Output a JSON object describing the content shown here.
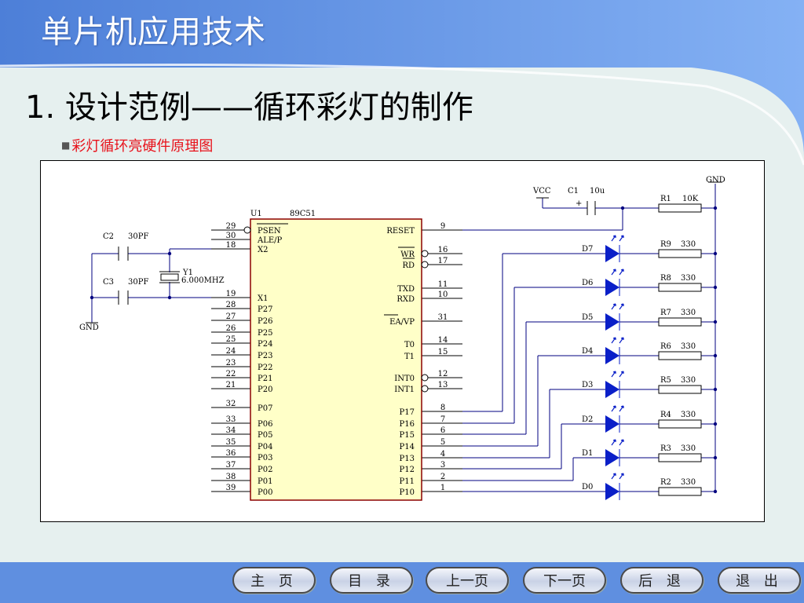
{
  "app": {
    "title": "单片机应用技术"
  },
  "slide": {
    "heading": "1. 设计范例——循环彩灯的制作",
    "subheading": "彩灯循环亮硬件原理图"
  },
  "schematic": {
    "chip": {
      "ref": "U1",
      "part": "89C51"
    },
    "left_pins": [
      {
        "num": "29",
        "name": "PSEN"
      },
      {
        "num": "30",
        "name": "ALE/P"
      },
      {
        "num": "18",
        "name": "X2"
      },
      {
        "num": "19",
        "name": "X1"
      },
      {
        "num": "28",
        "name": "P27"
      },
      {
        "num": "27",
        "name": "P26"
      },
      {
        "num": "26",
        "name": "P25"
      },
      {
        "num": "25",
        "name": "P24"
      },
      {
        "num": "24",
        "name": "P23"
      },
      {
        "num": "23",
        "name": "P22"
      },
      {
        "num": "22",
        "name": "P21"
      },
      {
        "num": "21",
        "name": "P20"
      },
      {
        "num": "32",
        "name": "P07"
      },
      {
        "num": "33",
        "name": "P06"
      },
      {
        "num": "34",
        "name": "P05"
      },
      {
        "num": "35",
        "name": "P04"
      },
      {
        "num": "36",
        "name": "P03"
      },
      {
        "num": "37",
        "name": "P02"
      },
      {
        "num": "38",
        "name": "P01"
      },
      {
        "num": "39",
        "name": "P00"
      }
    ],
    "right_pins": [
      {
        "num": "9",
        "name": "RESET"
      },
      {
        "num": "16",
        "name": "WR"
      },
      {
        "num": "17",
        "name": "RD"
      },
      {
        "num": "11",
        "name": "TXD"
      },
      {
        "num": "10",
        "name": "RXD"
      },
      {
        "num": "31",
        "name": "EA/VP"
      },
      {
        "num": "14",
        "name": "T0"
      },
      {
        "num": "15",
        "name": "T1"
      },
      {
        "num": "12",
        "name": "INT0"
      },
      {
        "num": "13",
        "name": "INT1"
      },
      {
        "num": "8",
        "name": "P17"
      },
      {
        "num": "7",
        "name": "P16"
      },
      {
        "num": "6",
        "name": "P15"
      },
      {
        "num": "5",
        "name": "P14"
      },
      {
        "num": "4",
        "name": "P13"
      },
      {
        "num": "3",
        "name": "P12"
      },
      {
        "num": "2",
        "name": "P11"
      },
      {
        "num": "1",
        "name": "P10"
      }
    ],
    "c2": {
      "ref": "C2",
      "value": "30PF"
    },
    "c3": {
      "ref": "C3",
      "value": "30PF"
    },
    "crystal": {
      "ref": "Y1",
      "value": "6.000MHZ"
    },
    "c1": {
      "ref": "C1",
      "value": "10u",
      "polarity": "+"
    },
    "vcc": "VCC",
    "gnd_left": "GND",
    "gnd_right": "GND",
    "r1": {
      "ref": "R1",
      "value": "10K"
    },
    "leds": [
      {
        "d": "D7",
        "r": "R9",
        "value": "330"
      },
      {
        "d": "D6",
        "r": "R8",
        "value": "330"
      },
      {
        "d": "D5",
        "r": "R7",
        "value": "330"
      },
      {
        "d": "D4",
        "r": "R6",
        "value": "330"
      },
      {
        "d": "D3",
        "r": "R5",
        "value": "330"
      },
      {
        "d": "D2",
        "r": "R4",
        "value": "330"
      },
      {
        "d": "D1",
        "r": "R3",
        "value": "330"
      },
      {
        "d": "D0",
        "r": "R2",
        "value": "330"
      }
    ],
    "colors": {
      "led": "#0a1fc8",
      "wire": "#000080",
      "chip_fill": "#ffffc8",
      "chip_border": "#8b0000"
    }
  },
  "nav": {
    "home": "主 页",
    "contents": "目 录",
    "prev": "上一页",
    "next": "下一页",
    "back": "后 退",
    "exit": "退 出"
  }
}
